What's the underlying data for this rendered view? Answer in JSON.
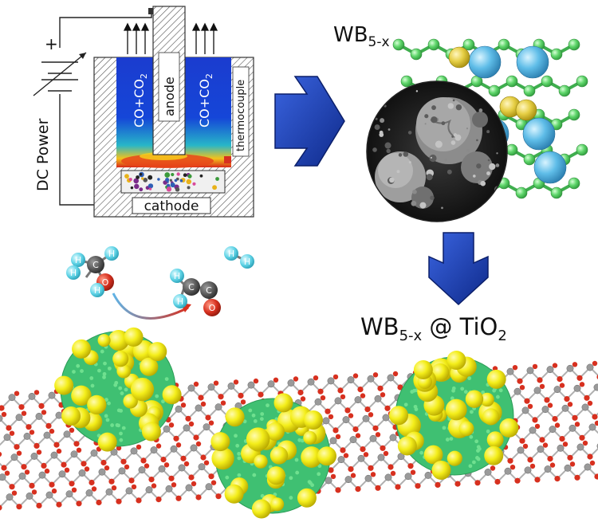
{
  "furnace": {
    "plus": "+",
    "power_label": "DC Power",
    "gas_left": "CO+CO",
    "gas_left_sub": "2",
    "gas_right": "CO+CO",
    "gas_right_sub": "2",
    "anode": "anode",
    "cathode": "cathode",
    "thermocouple": "thermocouple"
  },
  "product": {
    "main": "WB",
    "sub": "5-x"
  },
  "composite": {
    "main": "WB",
    "sub": "5-x",
    "at": " @ TiO",
    "sub2": "2"
  },
  "reaction": {
    "atom_h": "H",
    "atom_c": "C",
    "atom_o": "O"
  },
  "colors": {
    "arrow_blue": "#1b3aa8",
    "boron_green": "#57d36b",
    "tungsten_yellow": "#f4ee1a",
    "ti_gray": "#9a9a9a",
    "oxygen_red": "#d7301f",
    "hydrogen_cyan": "#5fd3e6",
    "carbon_dark": "#3d3d3d"
  }
}
